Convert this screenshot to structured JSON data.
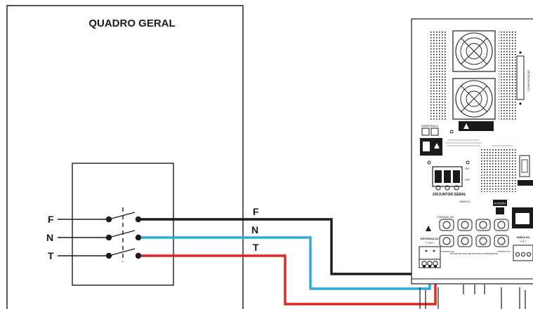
{
  "panel": {
    "title": "QUADRO GERAL",
    "switch_labels": {
      "phase": "F",
      "neutral": "N",
      "ground": "T"
    }
  },
  "wires": {
    "labels": {
      "phase": "F",
      "neutral": "N",
      "ground": "T"
    },
    "colors": {
      "phase": "#1a1a1a",
      "neutral": "#29abe2",
      "ground": "#e0261f"
    }
  },
  "ups": {
    "comm_label": "COMUNICAÇÃO",
    "emergency_label": "EMERGÊNCIA",
    "breaker_label": "DISJUNTOR GERAL",
    "breaker_on": "ON",
    "breaker_off": "OFF",
    "attention_label": "ATENÇÃO",
    "input_label": "ENTRADA AC",
    "input_terms": "F  F/N  T",
    "output_label": "SAÍDA AC",
    "output_terms": "F  N  T",
    "outlets_label": "TOMADAS 15A",
    "outlets_sub": "SAÍDA AC",
    "output_select_label": "TENSÃO DE SAÍDA SELECIONADA INTERNAMENTE",
    "outlet_tag_left": "TOMADA 20A",
    "outlet_tag_right": "TOMADA 20A"
  }
}
